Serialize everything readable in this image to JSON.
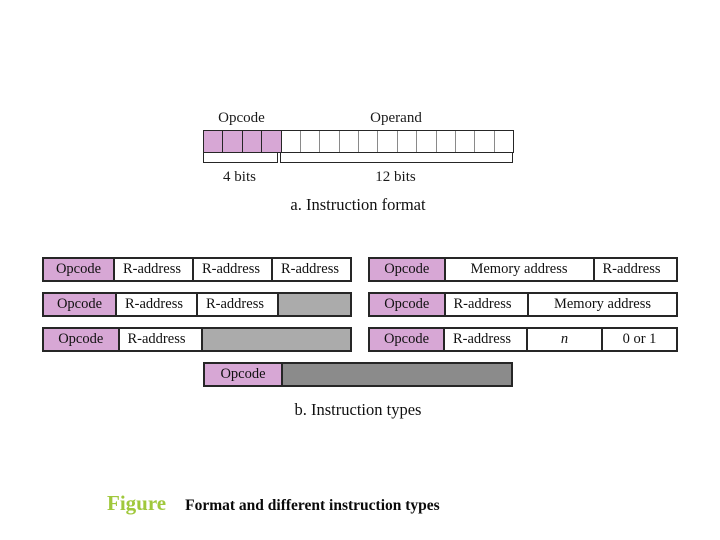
{
  "colors": {
    "opcode_fill": "#D7A7D5",
    "unused_fill": "#ABABAB",
    "unused_dark_fill": "#8B8B8B",
    "figure_label_color": "#A0C83C"
  },
  "instruction_format": {
    "opcode_label": "Opcode",
    "operand_label": "Operand",
    "total_cells": 16,
    "opcode_cells": 4,
    "opcode_width_label": "4 bits",
    "operand_width_label": "12 bits",
    "caption": "a. Instruction format"
  },
  "instruction_types": {
    "caption": "b. Instruction types",
    "left_rows": [
      [
        {
          "label": "Opcode",
          "fill": "opcode",
          "span": 1
        },
        {
          "label": "R-address",
          "fill": "white",
          "span": 1,
          "align": "left"
        },
        {
          "label": "R-address",
          "fill": "white",
          "span": 1,
          "align": "left"
        },
        {
          "label": "R-address",
          "fill": "white",
          "span": 1,
          "align": "left"
        }
      ],
      [
        {
          "label": "Opcode",
          "fill": "opcode",
          "span": 1
        },
        {
          "label": "R-address",
          "fill": "white",
          "span": 1,
          "align": "left"
        },
        {
          "label": "R-address",
          "fill": "white",
          "span": 1,
          "align": "left"
        },
        {
          "label": "",
          "fill": "unused",
          "span": 1
        }
      ],
      [
        {
          "label": "Opcode",
          "fill": "opcode",
          "span": 1
        },
        {
          "label": "R-address",
          "fill": "white",
          "span": 1,
          "align": "left"
        },
        {
          "label": "",
          "fill": "unused",
          "span": 2
        }
      ]
    ],
    "right_rows": [
      [
        {
          "label": "Opcode",
          "fill": "opcode",
          "span": 1
        },
        {
          "label": "Memory address",
          "fill": "white",
          "span": 2
        },
        {
          "label": "R-address",
          "fill": "white",
          "span": 1,
          "align": "left"
        }
      ],
      [
        {
          "label": "Opcode",
          "fill": "opcode",
          "span": 1
        },
        {
          "label": "R-address",
          "fill": "white",
          "span": 1,
          "align": "left"
        },
        {
          "label": "Memory address",
          "fill": "white",
          "span": 2
        }
      ],
      [
        {
          "label": "Opcode",
          "fill": "opcode",
          "span": 1
        },
        {
          "label": "R-address",
          "fill": "white",
          "span": 1,
          "align": "left"
        },
        {
          "label": "n",
          "fill": "white",
          "span": 1,
          "italic": true
        },
        {
          "label": "0 or 1",
          "fill": "white",
          "span": 1
        }
      ]
    ],
    "bottom_row": [
      {
        "label": "Opcode",
        "fill": "opcode",
        "span": 1
      },
      {
        "label": "",
        "fill": "unused-dark",
        "span": 3
      }
    ]
  },
  "figure_caption": {
    "label": "Figure",
    "text": "Format and different instruction types"
  }
}
